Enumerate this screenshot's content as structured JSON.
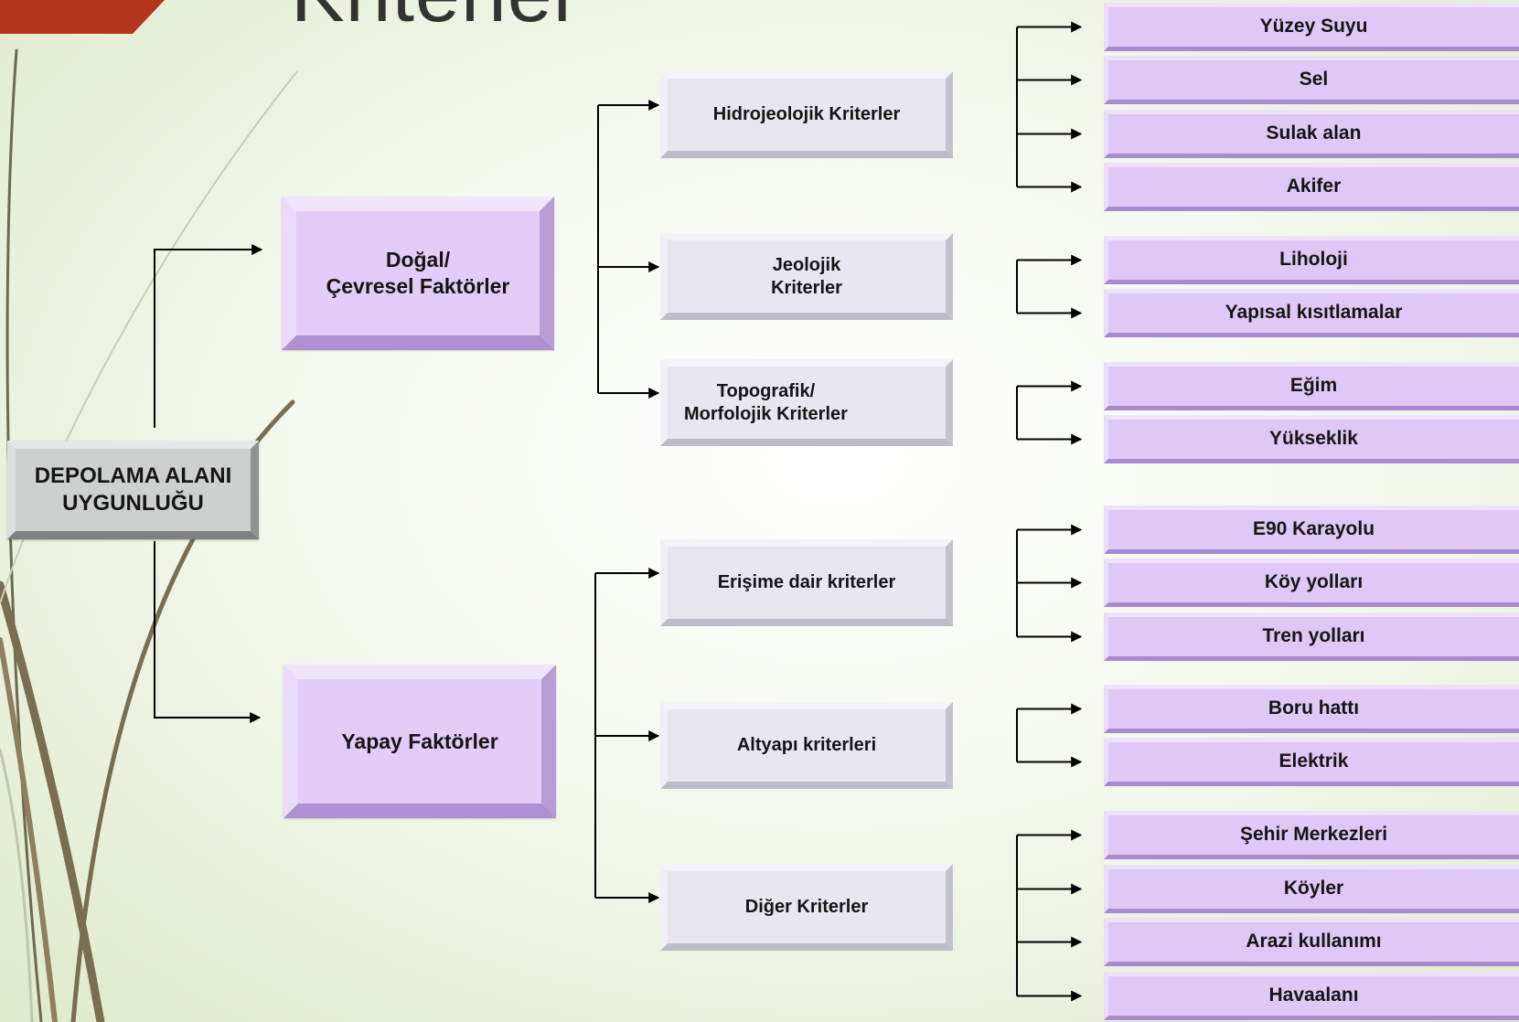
{
  "slide_title": "Kriterler",
  "root": "DEPOLAMA ALANI UYGUNLUĞU",
  "factors": [
    {
      "label": "Doğal/\nÇevresel Faktörler",
      "criteria": [
        {
          "label": "Hidrojeolojik Kriterler",
          "items": [
            "Yüzey Suyu",
            "Sel",
            "Sulak alan",
            "Akifer"
          ]
        },
        {
          "label": "Jeolojik\nKriterler",
          "items": [
            "Liholoji",
            "Yapısal kısıtlamalar"
          ]
        },
        {
          "label": "Topografik/\nMorfolojik Kriterler",
          "items": [
            "Eğim",
            "Yükseklik"
          ]
        }
      ]
    },
    {
      "label": "Yapay Faktörler",
      "criteria": [
        {
          "label": "Erişime dair kriterler",
          "items": [
            "E90 Karayolu",
            "Köy yolları",
            "Tren yolları"
          ]
        },
        {
          "label": "Altyapı kriterleri",
          "items": [
            "Boru hattı",
            "Elektrik"
          ]
        },
        {
          "label": "Diğer Kriterler",
          "items": [
            "Şehir Merkezleri",
            "Köyler",
            "Arazi kullanımı",
            "Havaalanı"
          ]
        }
      ]
    }
  ],
  "colors": {
    "accent_corner": "#b5341c",
    "root_fill": "#cdd0cf",
    "factor_fill": "#e3ccf8",
    "criteria_fill": "#e8e7ef",
    "item_fill": "#dfc8f5",
    "connector": "#000000"
  }
}
